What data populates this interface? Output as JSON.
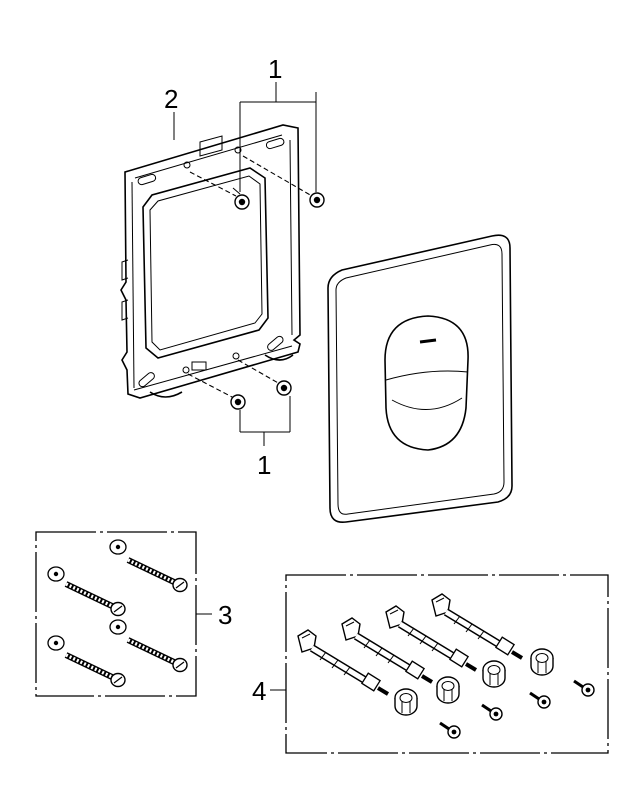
{
  "callouts": {
    "screws_top": "1",
    "frame": "2",
    "screws_bottom": "1",
    "wood_screws": "3",
    "spacer_bolts": "4"
  }
}
